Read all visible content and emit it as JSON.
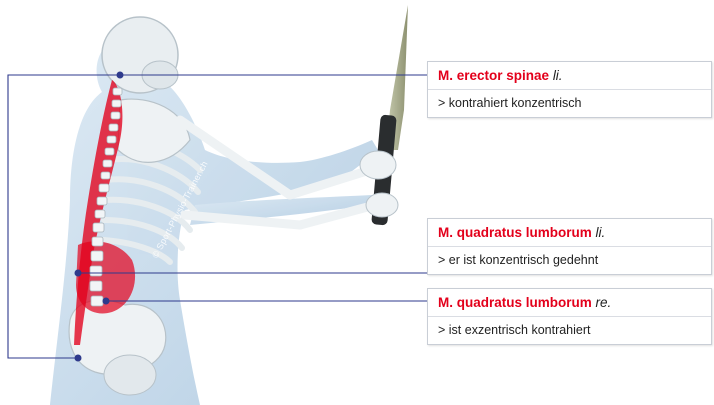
{
  "labels": [
    {
      "muscle": "M. erector spinae",
      "side": "li.",
      "description": "> kontrahiert konzentrisch"
    },
    {
      "muscle": "M. quadratus lumborum",
      "side": "li.",
      "description": "> er ist konzentrisch gedehnt"
    },
    {
      "muscle": "M. quadratus lumborum",
      "side": "re.",
      "description": "> ist exzentrisch kontrahiert"
    }
  ],
  "watermark": "© Sport-Physio-Trainer.ch",
  "colors": {
    "muscle_red": "#e3001b",
    "leader_line": "#2e3a8c",
    "body_tint": "#b9d2e6",
    "bone": "#eef2f4"
  }
}
